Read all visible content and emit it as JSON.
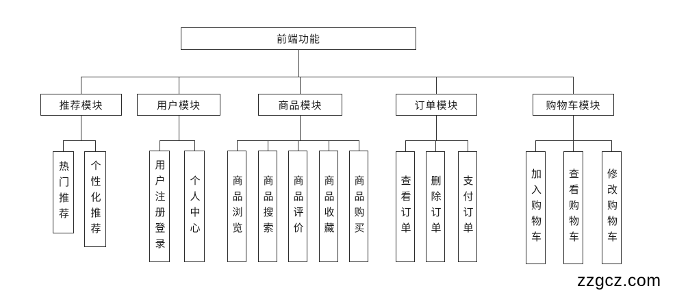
{
  "diagram": {
    "root": {
      "label": "前端功能"
    },
    "modules": [
      {
        "label": "推荐模块",
        "children": [
          {
            "label": "热门推荐"
          },
          {
            "label": "个性化推荐"
          }
        ]
      },
      {
        "label": "用户模块",
        "children": [
          {
            "label": "用户注册登录"
          },
          {
            "label": "个人中心"
          }
        ]
      },
      {
        "label": "商品模块",
        "children": [
          {
            "label": "商品浏览"
          },
          {
            "label": "商品搜索"
          },
          {
            "label": "商品评价"
          },
          {
            "label": "商品收藏"
          },
          {
            "label": "商品购买"
          }
        ]
      },
      {
        "label": "订单模块",
        "children": [
          {
            "label": "查看订单"
          },
          {
            "label": "删除订单"
          },
          {
            "label": "支付订单"
          }
        ]
      },
      {
        "label": "购物车模块",
        "children": [
          {
            "label": "加入购物车"
          },
          {
            "label": "查看购物车"
          },
          {
            "label": "修改购物车"
          }
        ]
      }
    ]
  },
  "watermark": {
    "text": "zzgcz.com"
  },
  "colors": {
    "bg": "#ffffff",
    "line": "#333333",
    "border": "#2b2b2b",
    "text": "#1a1a1a"
  }
}
